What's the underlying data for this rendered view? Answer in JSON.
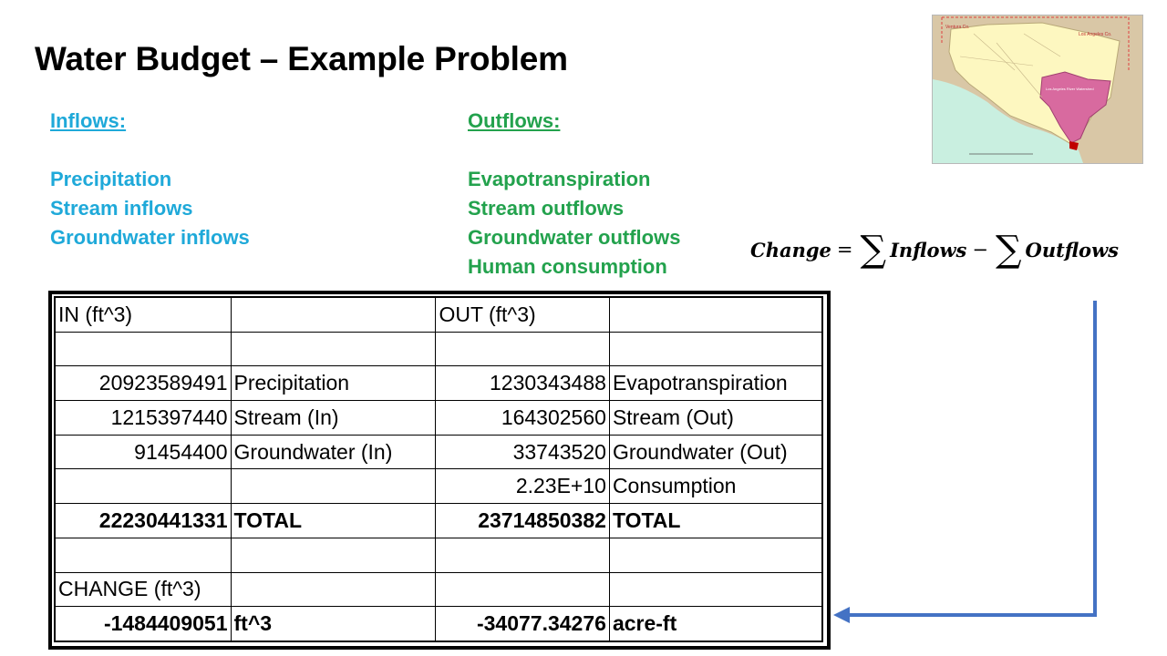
{
  "title": "Water Budget – Example Problem",
  "inflows": {
    "heading": "Inflows:",
    "items": [
      "Precipitation",
      "Stream inflows",
      "Groundwater inflows"
    ]
  },
  "outflows": {
    "heading": "Outflows:",
    "items": [
      "Evapotranspiration",
      "Stream outflows",
      "Groundwater outflows",
      "Human consumption"
    ]
  },
  "formula": {
    "lhs": "Change",
    "equals": "=",
    "sum": "∑",
    "term1": "Inflows",
    "minus": "−",
    "term2": "Outflows"
  },
  "map_labels": {
    "county1": "Ventura Co.",
    "county2": "Los Angeles Co.",
    "watershed": "Los Angeles River Watershed"
  },
  "table": {
    "rows": [
      [
        "IN (ft^3)",
        "",
        "OUT (ft^3)",
        ""
      ],
      [
        "",
        "",
        "",
        ""
      ],
      [
        "20923589491",
        "Precipitation",
        "1230343488",
        "Evapotranspiration"
      ],
      [
        "1215397440",
        "Stream (In)",
        "164302560",
        "Stream (Out)"
      ],
      [
        "91454400",
        "Groundwater (In)",
        "33743520",
        "Groundwater (Out)"
      ],
      [
        "",
        "",
        "2.23E+10",
        "Consumption"
      ],
      [
        "22230441331",
        "TOTAL",
        "23714850382",
        "TOTAL"
      ],
      [
        "",
        "",
        "",
        ""
      ],
      [
        "CHANGE (ft^3)",
        "",
        "",
        ""
      ],
      [
        "-1484409051",
        "ft^3",
        "-34077.34276",
        "acre-ft"
      ]
    ]
  },
  "colors": {
    "inflow": "#1fa9d9",
    "outflow": "#23a24d",
    "arrow": "#4472c4"
  }
}
